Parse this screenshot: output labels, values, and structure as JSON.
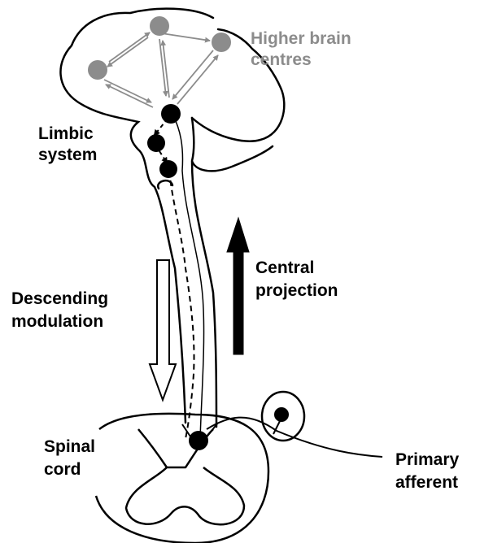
{
  "labels": {
    "higher_brain_line1": "Higher brain",
    "higher_brain_line2": "centres",
    "limbic_line1": "Limbic",
    "limbic_line2": "system",
    "central_line1": "Central",
    "central_line2": "projection",
    "descending_line1": "Descending",
    "descending_line2": "modulation",
    "spinal_line1": "Spinal",
    "spinal_line2": "cord",
    "primary_line1": "Primary",
    "primary_line2": "afferent"
  },
  "colors": {
    "outline": "#000000",
    "higher_centre_node": "#8c8c8c",
    "higher_centre_arrows": "#8c8c8c",
    "neuron_node": "#000000",
    "background": "#ffffff"
  }
}
